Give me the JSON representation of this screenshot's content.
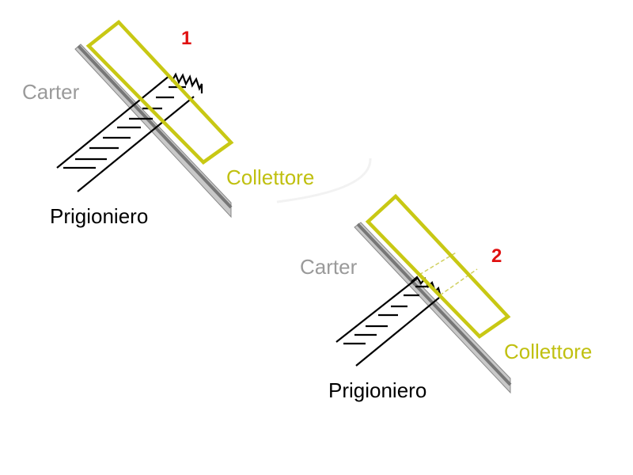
{
  "colors": {
    "carter_fill": "#c8c8c8",
    "carter_edge": "#777777",
    "carter_text": "#9a9a9a",
    "collector": "#c8c814",
    "collector_text": "#c0c010",
    "stud": "#000000",
    "number": "#e01010",
    "label": "#000000"
  },
  "figure_1": {
    "number": "1",
    "carter_label": "Carter",
    "collector_label": "Collettore",
    "stud_label": "Prigioniero"
  },
  "figure_2": {
    "number": "2",
    "carter_label": "Carter",
    "collector_label": "Collettore",
    "stud_label": "Prigioniero"
  }
}
